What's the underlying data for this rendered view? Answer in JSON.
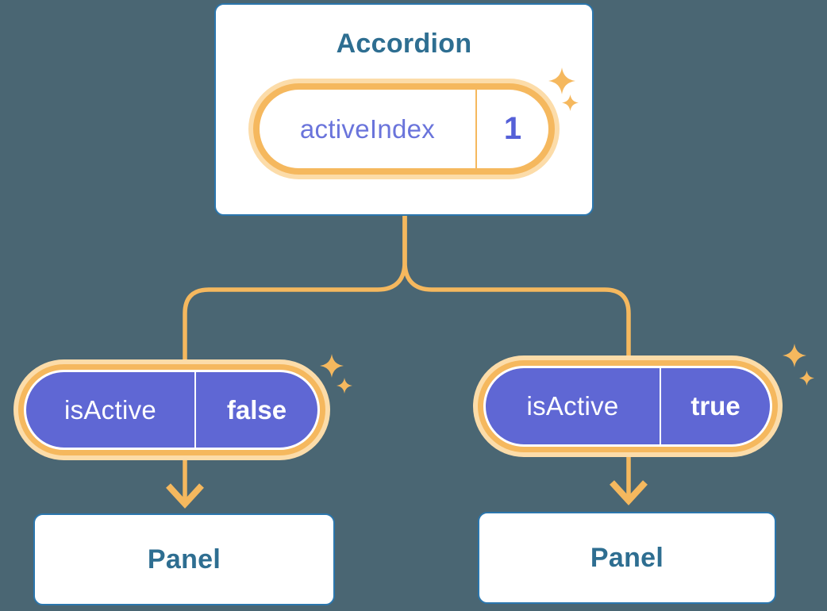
{
  "diagram": {
    "root": {
      "title": "Accordion",
      "pill": {
        "label": "activeIndex",
        "value": "1"
      }
    },
    "children": [
      {
        "pill": {
          "label": "isActive",
          "value": "false"
        },
        "panel_label": "Panel"
      },
      {
        "pill": {
          "label": "isActive",
          "value": "true"
        },
        "panel_label": "Panel"
      }
    ]
  },
  "icons": {
    "sparkle": "sparkle-icon"
  },
  "colors": {
    "background": "#4A6673",
    "card_border": "#2B76AD",
    "card_text": "#2E6E91",
    "orange": "#F5B85E",
    "orange_glow": "#FCDCA9",
    "purple": "#5F67D4",
    "purple_label": "#6A74DB",
    "purple_value": "#5560D8",
    "white": "#FFFFFF"
  }
}
